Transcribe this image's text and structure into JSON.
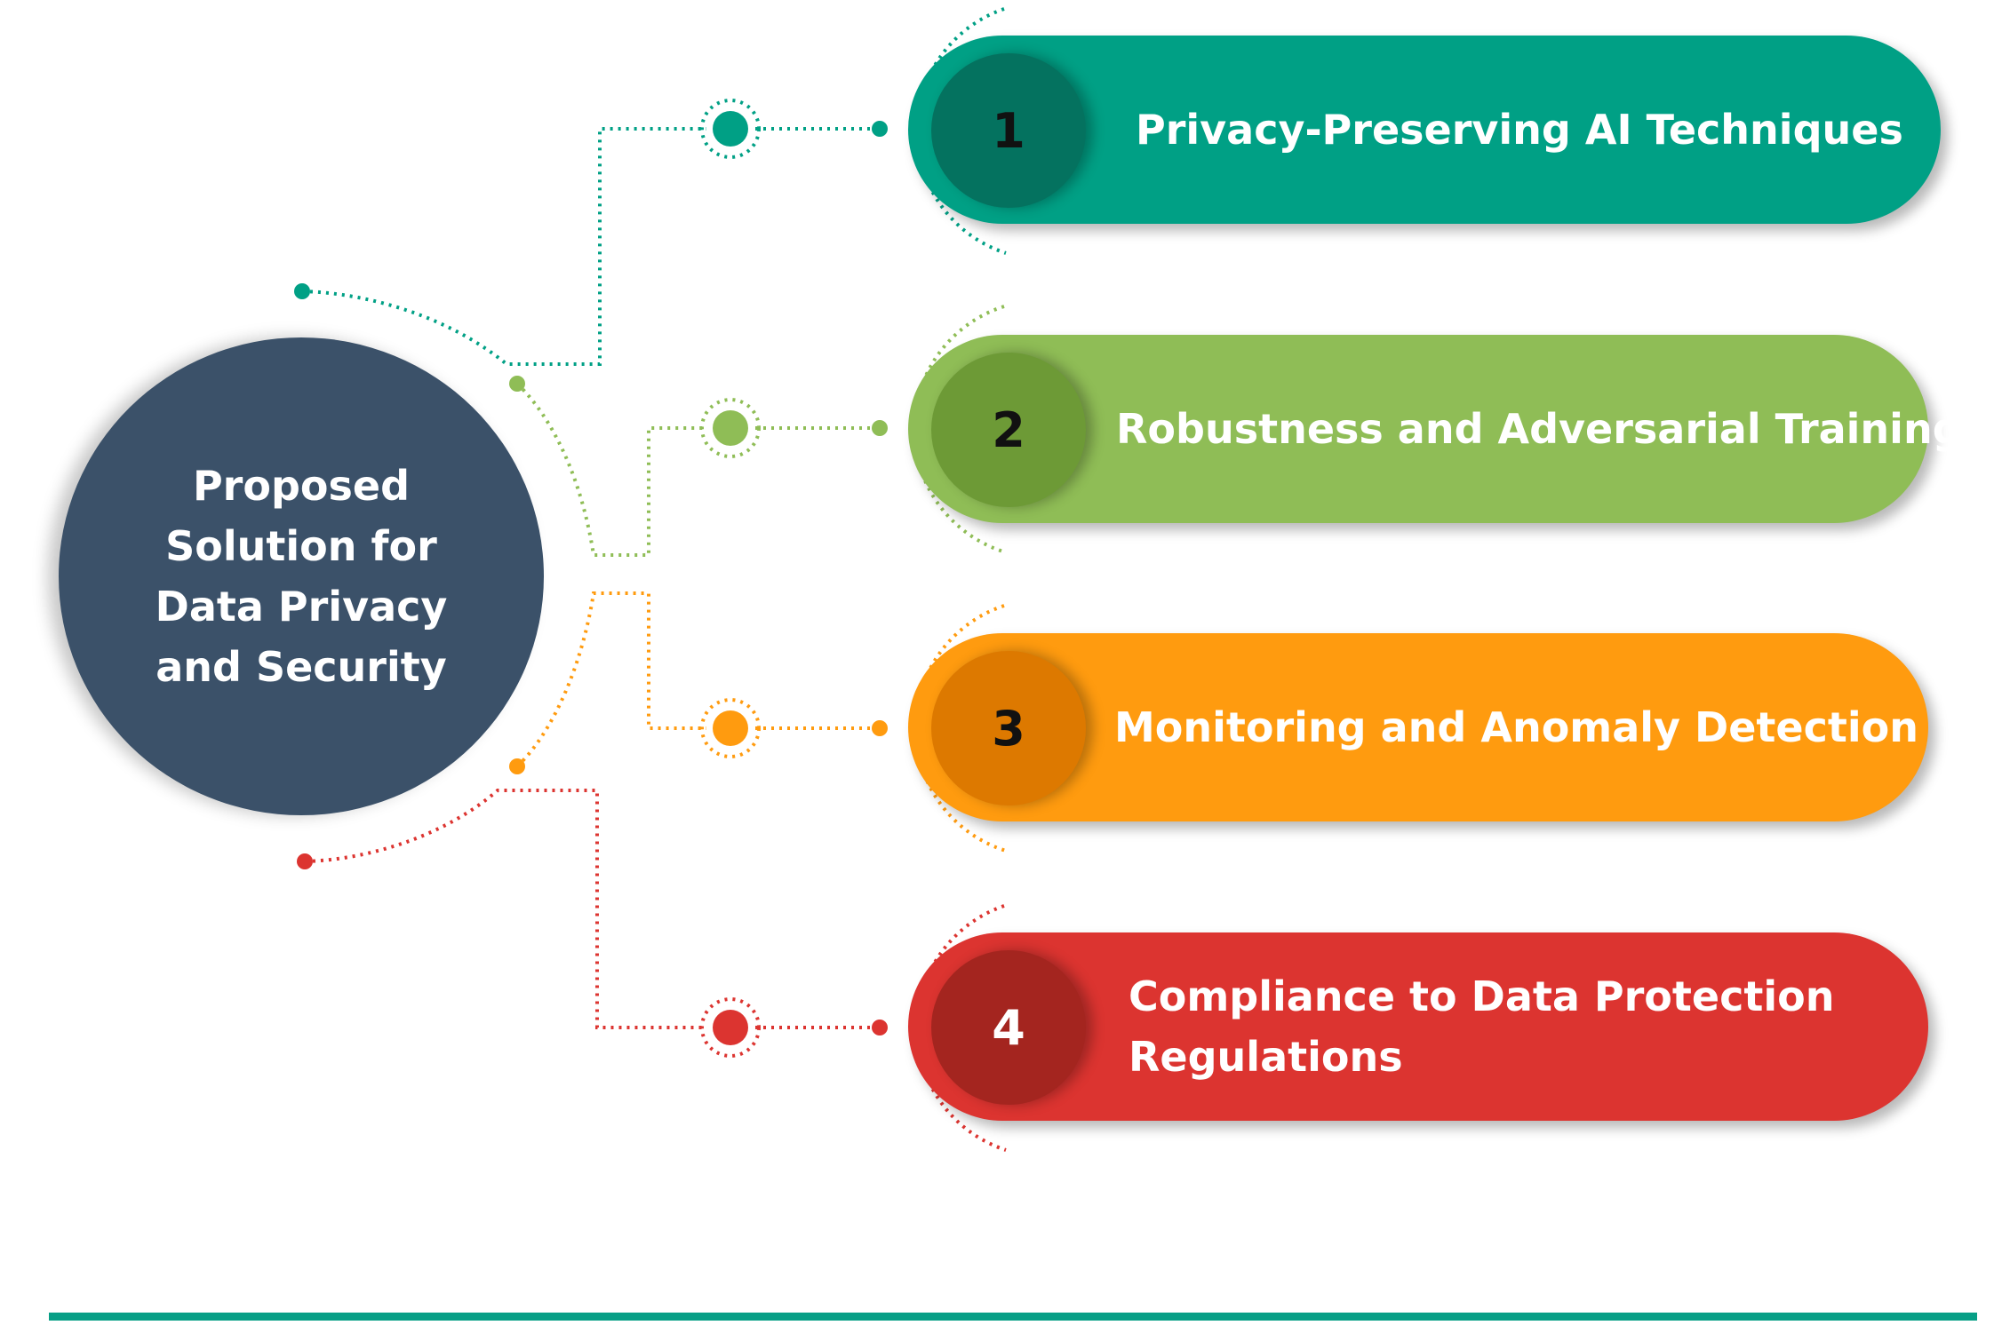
{
  "hub": {
    "title": "Proposed\nSolution  for\nData Privacy\nand Security",
    "color": "#3b5169"
  },
  "items": [
    {
      "number": "1",
      "label": "Privacy-Preserving AI Techniques",
      "color": "#00a085",
      "dark": "#04725f",
      "number_color": "#111111"
    },
    {
      "number": "2",
      "label": "Robustness and Adversarial Training",
      "color": "#8fbd56",
      "dark": "#6d9a36",
      "number_color": "#111111"
    },
    {
      "number": "3",
      "label": "Monitoring and Anomaly Detection",
      "color": "#ff9b0f",
      "dark": "#dd7900",
      "number_color": "#111111"
    },
    {
      "number": "4",
      "label": "Compliance to Data Protection\nRegulations",
      "color": "#dc3430",
      "dark": "#a4251f",
      "number_color": "#ffffff"
    }
  ],
  "footer": {
    "rule_color": "#079f86"
  }
}
